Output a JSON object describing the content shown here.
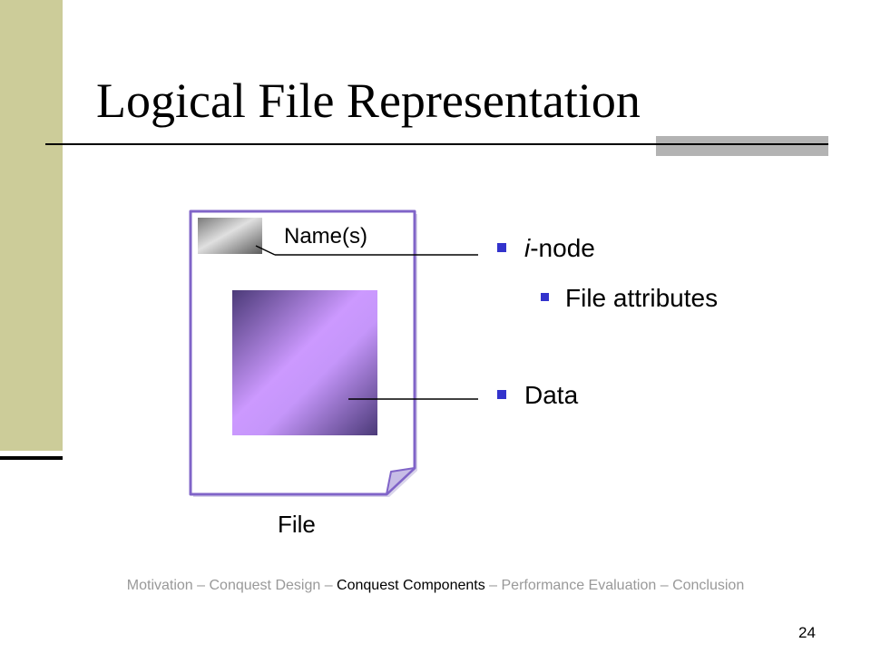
{
  "slide": {
    "title": "Logical File Representation",
    "page_number": "24"
  },
  "diagram": {
    "name_label": "Name(s)",
    "file_label": "File"
  },
  "bullets": {
    "inode_prefix": "i",
    "inode_suffix": "-node",
    "attributes": "File attributes",
    "data": "Data"
  },
  "footer": {
    "items": [
      "Motivation",
      "Conquest Design",
      "Conquest Components",
      "Performance Evaluation",
      "Conclusion"
    ],
    "separator": " – ",
    "active_index": 2
  },
  "colors": {
    "left_bar": "#cccc99",
    "bullet": "#3333cc",
    "file_outline": "#8064c8",
    "data_light": "#cc99ff",
    "data_dark": "#4b3a78",
    "footer_inactive": "#999999"
  }
}
